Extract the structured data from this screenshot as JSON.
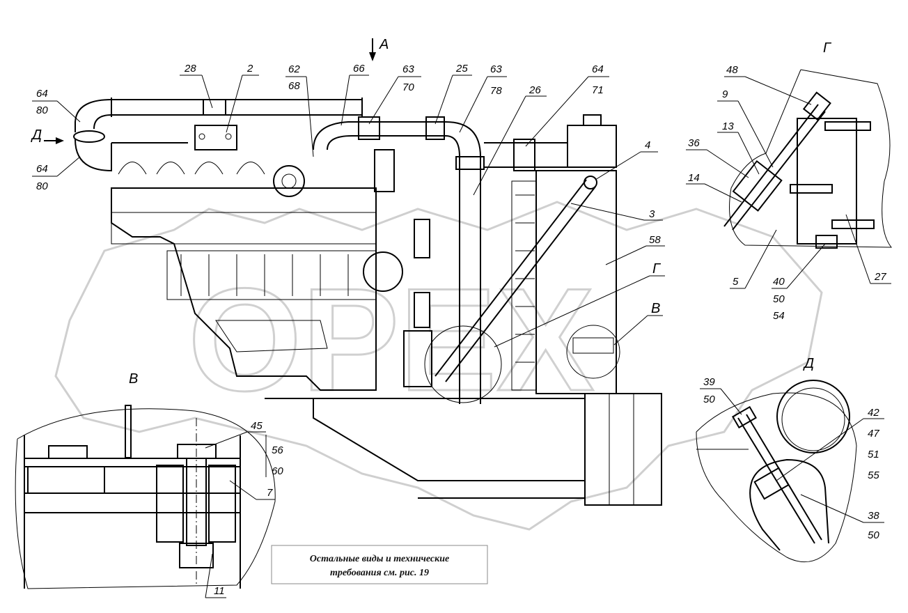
{
  "view_letters": {
    "a_arrow": "А",
    "d_arrow": "Д",
    "g_detail": "Г",
    "g_callout": "Г",
    "v_callout": "В",
    "v_detail": "В",
    "d_detail": "Д"
  },
  "watermark": "OPEX",
  "note": {
    "line1": "Остальные виды и технические",
    "line2": "требования см. рис. 19"
  },
  "labels": [
    {
      "id": "l64a",
      "top": "64",
      "bottom": "80"
    },
    {
      "id": "l64b",
      "top": "64",
      "bottom": "80"
    },
    {
      "id": "l28",
      "top": "28"
    },
    {
      "id": "l2",
      "top": "2"
    },
    {
      "id": "l62",
      "top": "62",
      "bottom": "68"
    },
    {
      "id": "l66",
      "top": "66"
    },
    {
      "id": "l63a",
      "top": "63",
      "bottom": "70"
    },
    {
      "id": "l25",
      "top": "25"
    },
    {
      "id": "l63b",
      "top": "63",
      "bottom": "78"
    },
    {
      "id": "l26",
      "top": "26"
    },
    {
      "id": "l64c",
      "top": "64",
      "bottom": "71"
    },
    {
      "id": "l4",
      "top": "4"
    },
    {
      "id": "l3",
      "top": "3"
    },
    {
      "id": "l58",
      "top": "58"
    },
    {
      "id": "l48",
      "top": "48"
    },
    {
      "id": "l9",
      "top": "9"
    },
    {
      "id": "l13",
      "top": "13"
    },
    {
      "id": "l36",
      "top": "36"
    },
    {
      "id": "l14",
      "top": "14"
    },
    {
      "id": "l5",
      "top": "5"
    },
    {
      "id": "l40",
      "top": "40",
      "mid": "50",
      "bottom": "54"
    },
    {
      "id": "l27",
      "top": "27"
    },
    {
      "id": "l45",
      "top": "45",
      "mid": "56",
      "bottom": "60"
    },
    {
      "id": "l7",
      "top": "7"
    },
    {
      "id": "l11",
      "top": "11"
    },
    {
      "id": "l39",
      "top": "39",
      "bottom": "50"
    },
    {
      "id": "l42",
      "top": "42",
      "mid": "47",
      "mid2": "51",
      "bottom": "55"
    },
    {
      "id": "l38",
      "top": "38",
      "bottom": "50"
    }
  ]
}
